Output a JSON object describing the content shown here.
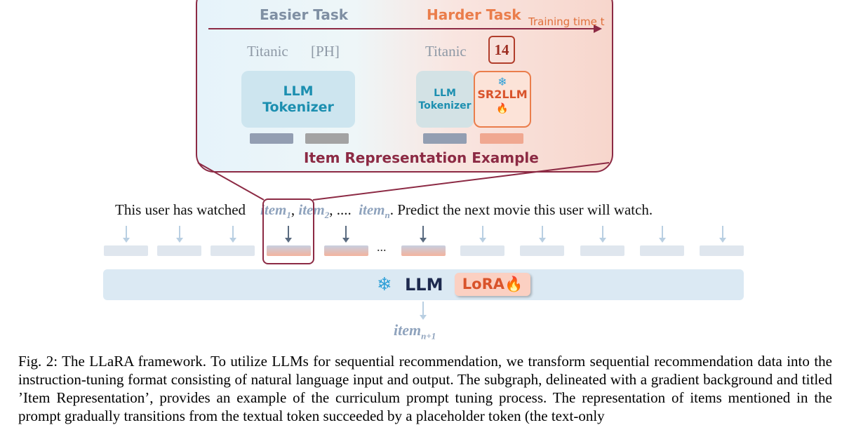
{
  "subgraph": {
    "easier_task": "Easier Task",
    "harder_task": "Harder Task",
    "training_time": "Training time t",
    "easier_tokens": [
      "Titanic",
      "[PH]"
    ],
    "harder_tokens": [
      "Titanic",
      "14"
    ],
    "tokenizer_line1": "LLM",
    "tokenizer_line2": "Tokenizer",
    "sr2llm": "SR2LLM",
    "title": "Item Representation Example"
  },
  "prompt": {
    "prefix": "This user has watched",
    "item_base": "item",
    "items": [
      {
        "sub": "1",
        "after": ","
      },
      {
        "sub": "2",
        "after": ", ...."
      },
      {
        "sub": "n",
        "after": "."
      }
    ],
    "suffix": "Predict the next movie this user will watch.",
    "ellipsis": "..."
  },
  "model": {
    "llm": "LLM",
    "lora": "LoRA"
  },
  "output": {
    "base": "item",
    "sub": "n+1"
  },
  "caption": "Fig. 2: The LLaRA framework. To utilize LLMs for sequential recommendation, we transform sequential recommendation data into the instruction-tuning format consisting of natural language input and output. The subgraph, delineated with a gradient background and titled ’Item Representation’, provides an example of the curriculum prompt tuning process. The representation of items mentioned in the prompt gradually transitions from the textual token succeeded by a placeholder token (the text-only",
  "colors": {
    "frame": "#8c2a44",
    "accent_orange": "#ea7d4b",
    "accent_blue": "#1c8fb0",
    "llm_bar": "#dbe9f3"
  },
  "icons": [
    "snowflake-icon",
    "fire-icon"
  ]
}
